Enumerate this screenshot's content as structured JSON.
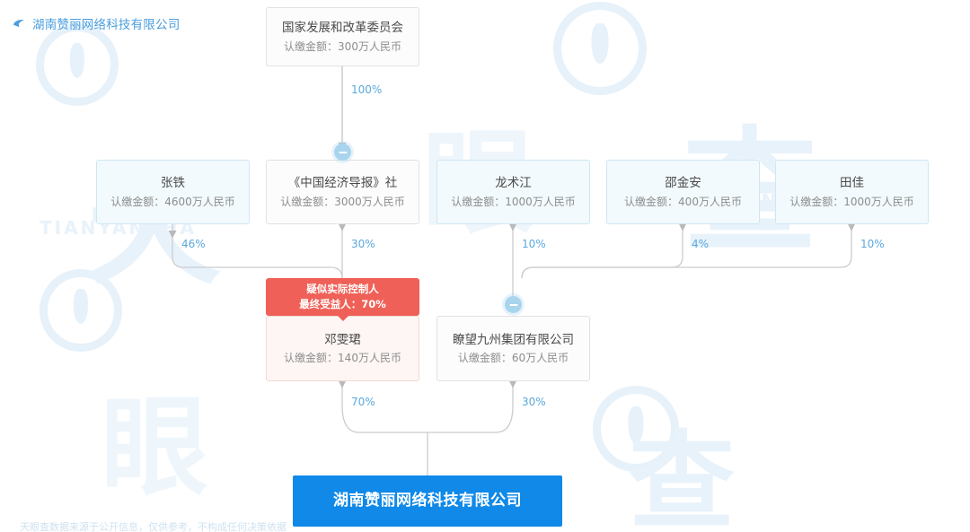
{
  "header": {
    "back_icon": "back-arrow-icon",
    "company_link": "湖南赞丽网络科技有限公司"
  },
  "labels": {
    "capital_prefix": "认缴金额："
  },
  "nodes": {
    "top": {
      "name": "国家发展和改革委员会",
      "capital": "认缴金额：300万人民币",
      "type": "company"
    },
    "level2": [
      {
        "name": "张铁",
        "capital": "认缴金额：4600万人民币",
        "type": "person",
        "percent": "46%"
      },
      {
        "name": "《中国经济导报》社",
        "capital": "认缴金额：3000万人民币",
        "type": "company",
        "percent": "30%"
      },
      {
        "name": "龙术江",
        "capital": "认缴金额：1000万人民币",
        "type": "person",
        "percent": "10%"
      },
      {
        "name": "邵金安",
        "capital": "认缴金额：400万人民币",
        "type": "person",
        "percent": "4%"
      },
      {
        "name": "田佳",
        "capital": "认缴金额：1000万人民币",
        "type": "person",
        "percent": "10%"
      }
    ],
    "level3": [
      {
        "name": "邓雯珺",
        "capital": "认缴金额：140万人民币",
        "type": "flagged",
        "percent": "70%"
      },
      {
        "name": "瞭望九州集团有限公司",
        "capital": "认缴金额：60万人民币",
        "type": "company",
        "percent": "30%"
      }
    ],
    "root": {
      "name": "湖南赞丽网络科技有限公司"
    }
  },
  "badge": {
    "line1": "疑似实际控制人",
    "line2": "最终受益人：70%"
  },
  "edges": {
    "top_to_mid": "100%"
  },
  "watermark": {
    "brand_cn": "天眼查",
    "brand_en": "TIANYANCHA"
  },
  "footer": {
    "cropped_text": "天眼查数据来源于公开信息，仅供参考，不构成任何决策依据"
  },
  "colors": {
    "accent_blue": "#1089e8",
    "link_blue": "#4a9ede",
    "percent_blue": "#5aa9dd",
    "badge_red": "#ef6158",
    "toggle_blue": "#a8d4ee",
    "wire_gray": "#cccccc",
    "person_fill": "#f2fafd",
    "person_border": "#cfe7f3",
    "company_fill": "#fcfcfc",
    "company_border": "#e2e2e2"
  }
}
